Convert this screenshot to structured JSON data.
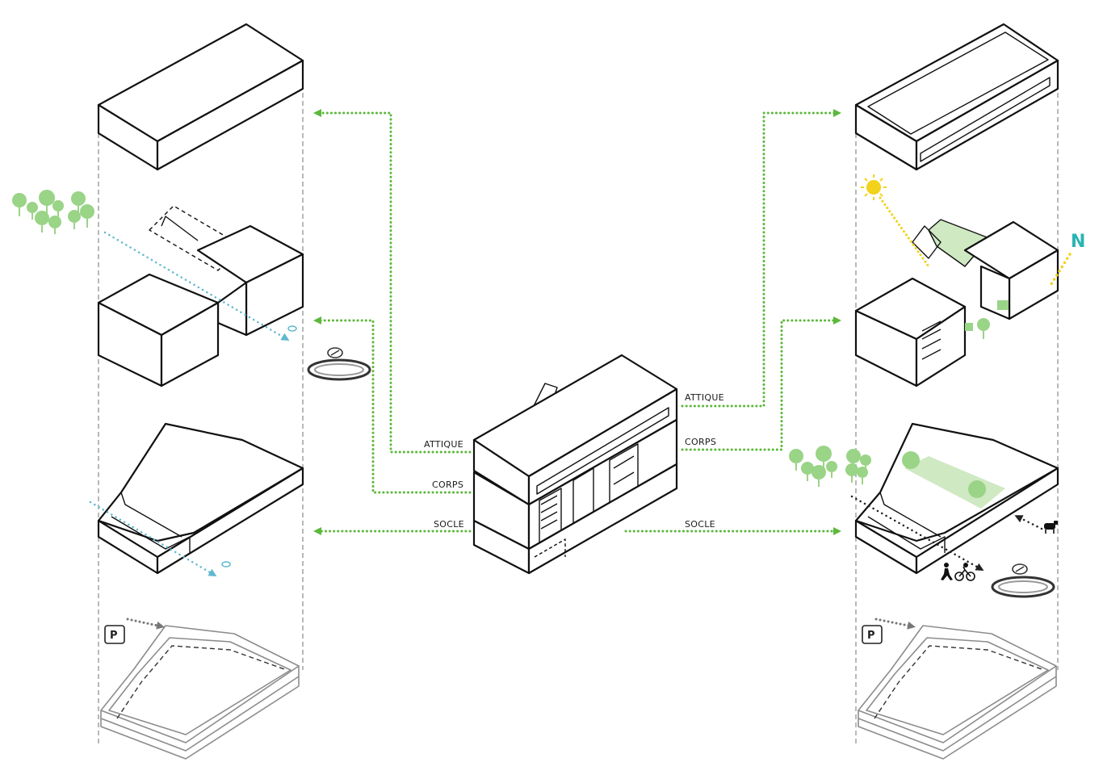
{
  "labels": {
    "attique": "ATTIQUE",
    "corps": "CORPS",
    "socle": "SOCLE",
    "north": "N",
    "parking": "P"
  },
  "colors": {
    "arrow_green": "#5cb83c",
    "tree_green": "#9ad487",
    "plaza_green": "#cfe9c3",
    "north_teal": "#2bb3b3",
    "sun_yellow": "#f2d21b",
    "view_blue": "#5fb8d0"
  },
  "icons": [
    "tree-icon",
    "eye-icon",
    "roundabout-icon",
    "parking-icon",
    "sun-icon",
    "pedestrian-icon",
    "cyclist-icon",
    "animal-icon"
  ]
}
